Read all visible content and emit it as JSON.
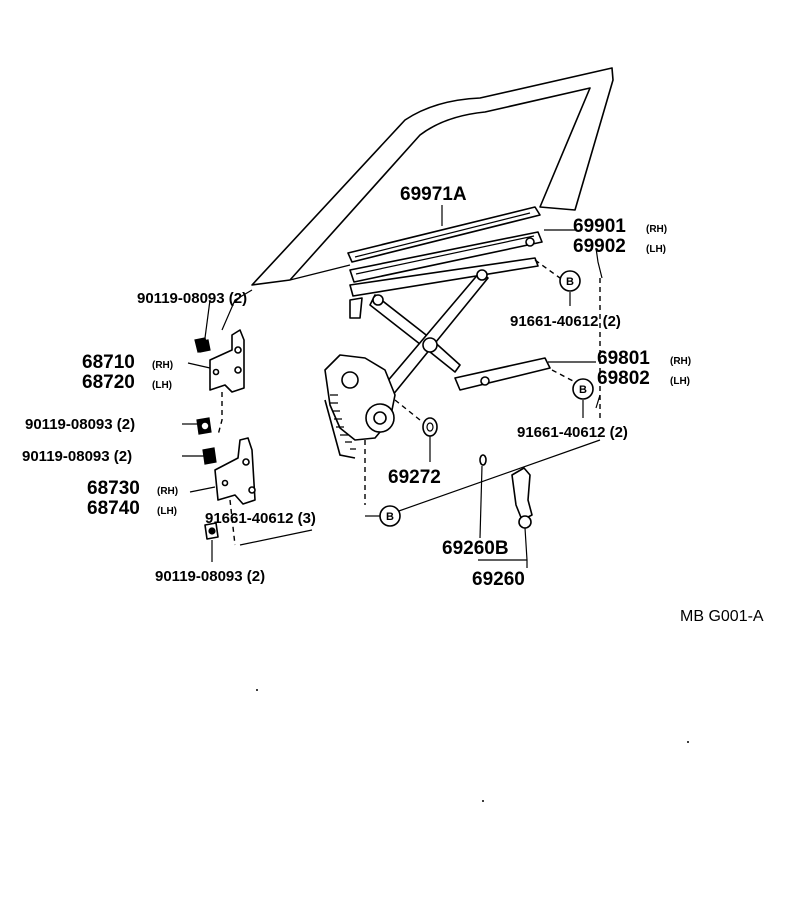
{
  "diagram": {
    "reference": "MB G001-A",
    "callouts": {
      "glass_channel": "69971A",
      "regulator_rh": "69901",
      "regulator_rh_side": "(RH)",
      "regulator_lh": "69902",
      "regulator_lh_side": "(LH)",
      "bolt_upper": "91661-40612 (2)",
      "lower_arm_rh": "69801",
      "lower_arm_rh_side": "(RH)",
      "lower_arm_lh": "69802",
      "lower_arm_lh_side": "(LH)",
      "bolt_lower": "91661-40612 (2)",
      "spring": "69272",
      "bolt_hinge": "91661-40612 (3)",
      "handle_clip": "69260B",
      "handle": "69260",
      "hinge_upper_rh": "68710",
      "hinge_upper_rh_side": "(RH)",
      "hinge_upper_lh": "68720",
      "hinge_upper_lh_side": "(LH)",
      "hinge_lower_rh": "68730",
      "hinge_lower_rh_side": "(RH)",
      "hinge_lower_lh": "68740",
      "hinge_lower_lh_side": "(LH)",
      "screw_a": "90119-08093 (2)",
      "screw_b": "90119-08093 (2)",
      "screw_c": "90119-08093 (2)",
      "screw_d": "90119-08093 (2)",
      "marker_b": "B"
    }
  }
}
